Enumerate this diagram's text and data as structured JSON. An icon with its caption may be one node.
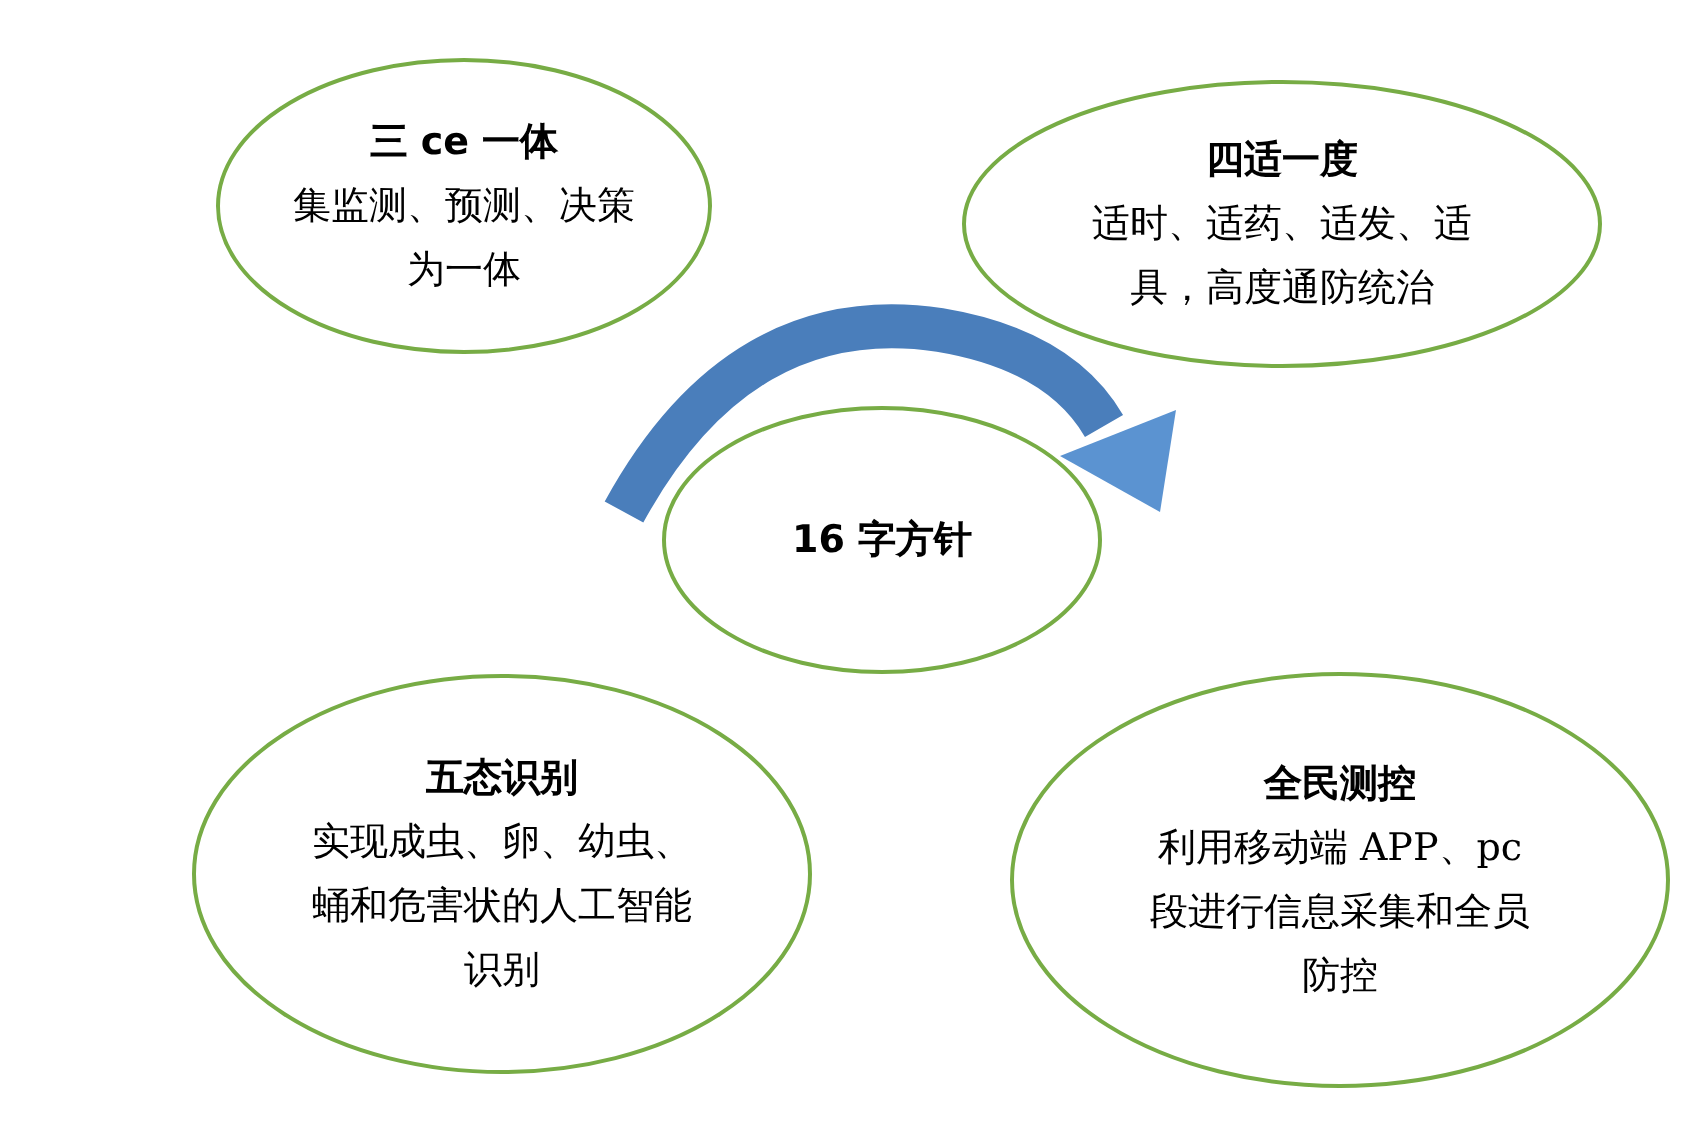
{
  "diagram": {
    "nodes": [
      {
        "text": [
          "三 ce 一体",
          "集监测、预测、决策为一体"
        ]
      },
      {
        "text": [
          "四适一度",
          "适时、适药、适发、适具，高度通防统治"
        ]
      },
      {
        "text": [
          "16 字方针"
        ]
      },
      {
        "text": [
          "五态识别",
          "实现成虫、卵、幼虫、蛹和危害状的人工智能识别"
        ]
      },
      {
        "text": [
          "全民测控",
          "利用移动端 APP、pc 段进行信息采集和全员防控"
        ]
      }
    ]
  }
}
